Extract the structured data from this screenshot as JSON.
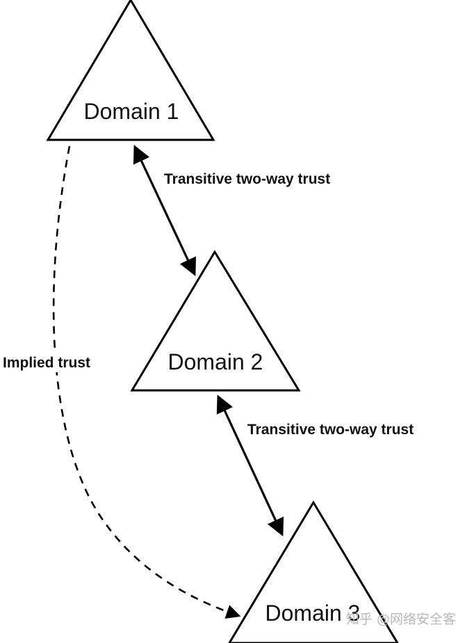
{
  "diagram": {
    "domains": [
      {
        "id": "domain-1",
        "label": "Domain 1"
      },
      {
        "id": "domain-2",
        "label": "Domain 2"
      },
      {
        "id": "domain-3",
        "label": "Domain 3"
      }
    ],
    "links": [
      {
        "from": "Domain 1",
        "to": "Domain 2",
        "label": "Transitive two-way trust",
        "style": "solid",
        "direction": "two-way"
      },
      {
        "from": "Domain 2",
        "to": "Domain 3",
        "label": "Transitive two-way trust",
        "style": "solid",
        "direction": "two-way"
      },
      {
        "from": "Domain 1",
        "to": "Domain 3",
        "label": "Implied trust",
        "style": "dashed",
        "direction": "one-way"
      }
    ],
    "colors": {
      "stroke": "#000000",
      "text": "#111111",
      "background": "#ffffff",
      "watermark": "#b9b9b9"
    },
    "watermark": "知乎 @网络安全客"
  }
}
